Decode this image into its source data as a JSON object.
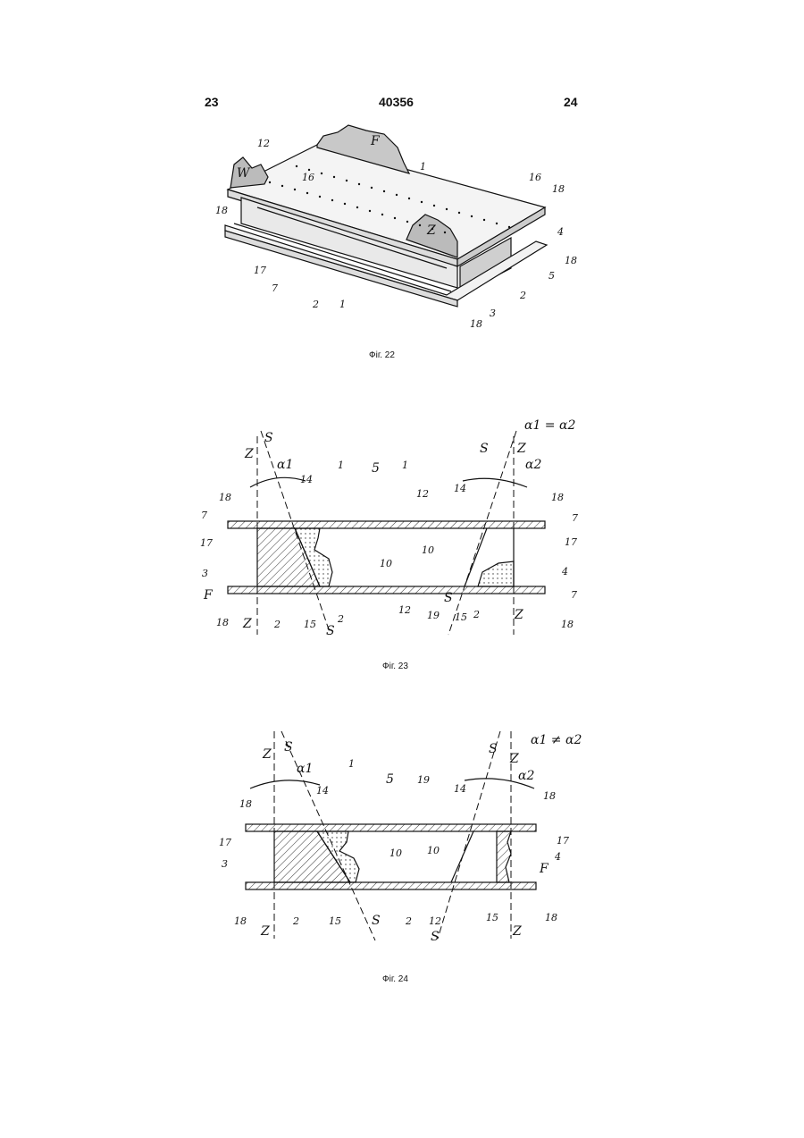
{
  "header": {
    "left_page": "23",
    "patent_number": "40356",
    "right_page": "24"
  },
  "figures": [
    {
      "caption": "Фіг. 22",
      "labels": [
        "12",
        "W",
        "F",
        "16",
        "1",
        "16",
        "18",
        "18",
        "Z",
        "4",
        "18",
        "17",
        "7",
        "5",
        "2",
        "1",
        "2",
        "3",
        "18"
      ]
    },
    {
      "caption": "Фіг. 23",
      "relation": "α1 = α2",
      "labels": [
        "S",
        "Z",
        "α1",
        "1",
        "5",
        "1",
        "14",
        "18",
        "7",
        "12",
        "17",
        "3",
        "10",
        "F",
        "18",
        "Z",
        "2",
        "15",
        "S",
        "2",
        "12",
        "19",
        "S",
        "15",
        "2",
        "Z",
        "18",
        "10",
        "4",
        "7",
        "S",
        "Z",
        "α2",
        "14",
        "18",
        "7",
        "17"
      ]
    },
    {
      "caption": "Фіг. 24",
      "relation": "α1 ≠ α2",
      "labels": [
        "Z",
        "S",
        "α1",
        "1",
        "5",
        "19",
        "14",
        "18",
        "17",
        "3",
        "10",
        "18",
        "Z",
        "2",
        "15",
        "S",
        "2",
        "12",
        "S",
        "15",
        "Z",
        "S",
        "Z",
        "α2",
        "14",
        "18",
        "17",
        "10",
        "4",
        "F",
        "18"
      ]
    }
  ]
}
